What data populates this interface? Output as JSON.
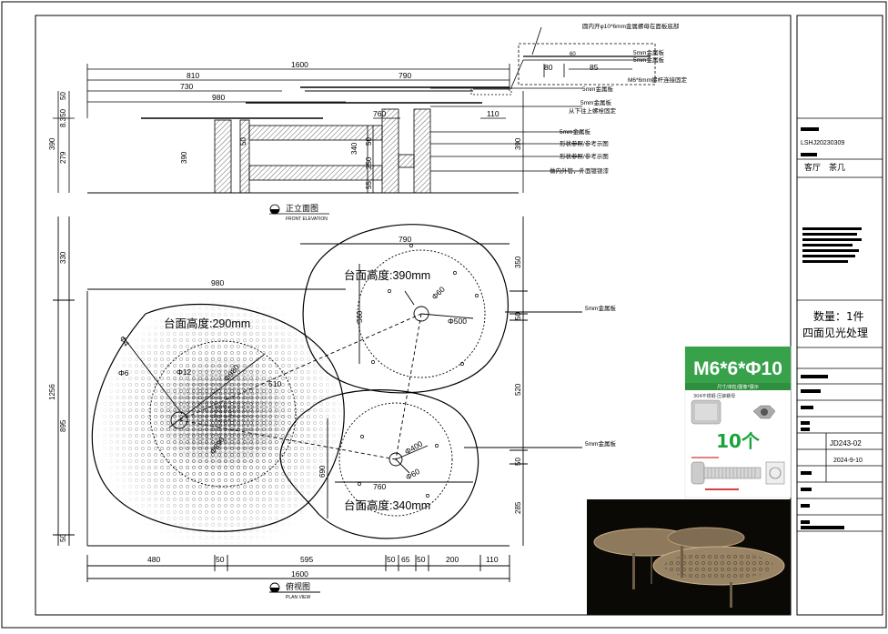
{
  "top_view": {
    "dims_top": [
      "1600",
      "810",
      "790",
      "730",
      "980"
    ],
    "dims_mid": [
      "760",
      "110"
    ],
    "dims_left": [
      "50",
      "8.350",
      "279",
      "390",
      "390"
    ],
    "dims_vertical": [
      "340",
      "50",
      "55",
      "250",
      "50"
    ],
    "dims_right": [
      "390"
    ],
    "callout_dims": [
      "80",
      "85",
      "60"
    ],
    "leaders": [
      "5mm金属板",
      "5mm金属板",
      "M6*6mm螺杆连接固定",
      "5mm金属板",
      "5mm金属板",
      "从下往上螺栓固定",
      "5mm金属板",
      "形状参照/参考示图",
      "形状参照/参考示图",
      "做内外管，外面镀银漆"
    ],
    "leader_top": "圆内开φ10*6mm金属螺母在面板底部",
    "title_cn": "正立面图",
    "title_en": "FRONT ELEVATION"
  },
  "plan_view": {
    "dims_top": [
      "790",
      "980"
    ],
    "dims_left": [
      "330",
      "1256",
      "895",
      "50"
    ],
    "dims_right": [
      "350",
      "50",
      "520",
      "50",
      "285"
    ],
    "dims_bottom": [
      "480",
      "50",
      "595",
      "50",
      "65",
      "50",
      "200",
      "110",
      "1600"
    ],
    "inner_dims": [
      "760",
      "560",
      "760",
      "690"
    ],
    "circle_labels": [
      "Φ60",
      "Φ500",
      "Φ400",
      "Φ60",
      "Φ4",
      "Φ6",
      "Φ12",
      "Φ980",
      "Φ890",
      "510"
    ],
    "labels": [
      "台面高度:290mm",
      "台面高度:390mm",
      "台面高度:340mm"
    ],
    "leader_right_1": "5mm金属板",
    "leader_right_2": "5mm金属板",
    "title_cn": "俯视图",
    "title_en": "PLAN VIEW"
  },
  "title_block": {
    "code": "LSHJ20230309",
    "room_item": "客厅　茶几",
    "quantity": "数量：1件",
    "finish": "四面见光处理",
    "drawing_no": "JD243-02",
    "date": "2024-9-10"
  },
  "product_card": {
    "title": "M6*6*Φ10",
    "subtitle": "尺寸/单粒/图像*展示",
    "count": "10个",
    "note": "304不锈钢·压铆螺母"
  },
  "colors": {
    "line": "#000000",
    "card_green": "#37a24a",
    "count_green": "#1aa33a",
    "photo_bg": "#0b0906",
    "brass": "#9a8466"
  }
}
